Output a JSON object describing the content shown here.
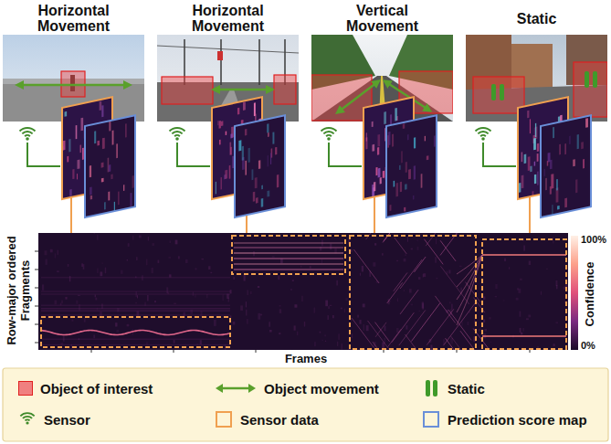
{
  "diagram": {
    "labels": [
      "Horizontal Movement",
      "Horizontal Movement",
      "Vertical Movement",
      "Static",
      "Row-major ordered Fragments",
      "Frames",
      "100%",
      "Confidence",
      "0%"
    ],
    "legend": [
      {
        "text": "Object of interest",
        "color": "#f08080"
      },
      {
        "text": "Object movement"
      },
      {
        "text": "Static"
      },
      {
        "text": "Sensor"
      },
      {
        "text": "Sensor data"
      },
      {
        "text": "Prediction score map"
      }
    ]
  }
}
